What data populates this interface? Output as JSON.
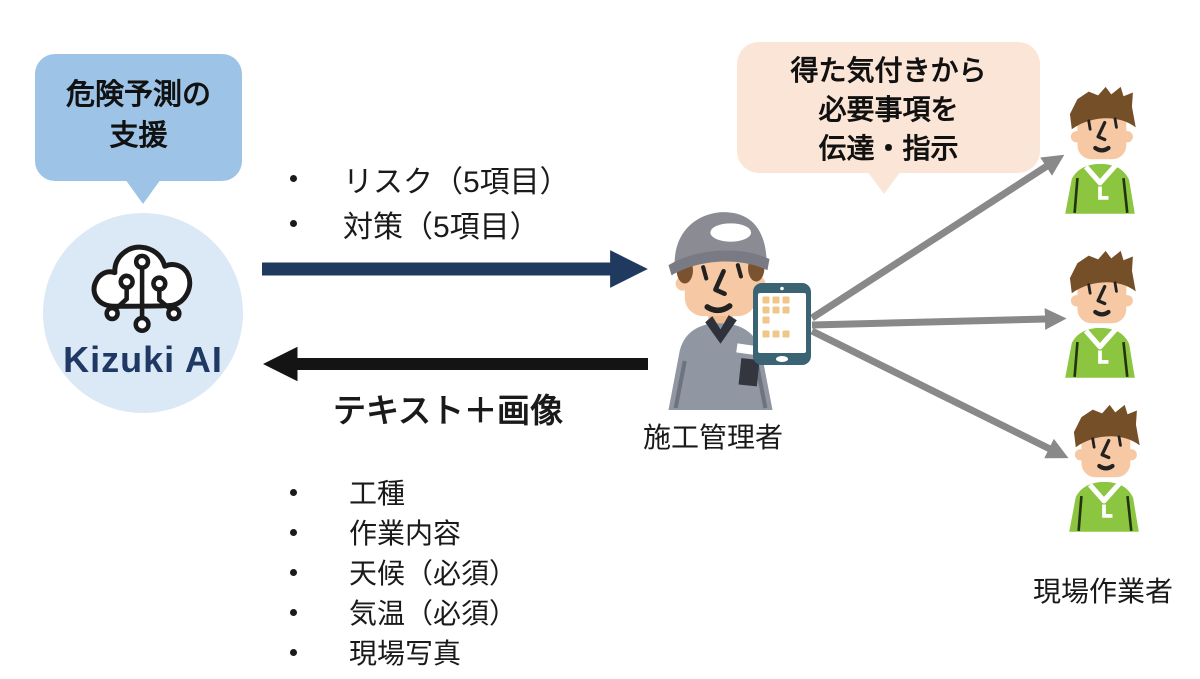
{
  "ai": {
    "bubble": {
      "line1": "危険予測の",
      "line2": "支援"
    },
    "name": "Kizuki AI",
    "icon": "cloud-network-icon"
  },
  "ai_to_manager": {
    "items": [
      "リスク（5項目）",
      "対策（5項目）"
    ]
  },
  "manager_to_ai": {
    "label": "テキスト＋画像",
    "items": [
      "工種",
      "作業内容",
      "天候（必須）",
      "気温（必須）",
      "現場写真"
    ]
  },
  "manager": {
    "label": "施工管理者",
    "bubble": {
      "line1": "得た気付きから",
      "line2": "必要事項を",
      "line3": "伝達・指示"
    },
    "device": "smartphone-icon"
  },
  "workers": {
    "label": "現場作業者",
    "count": 3
  },
  "colors": {
    "bubble_blue": "#9DC3E6",
    "ai_circle": "#DBE8F6",
    "navy_text": "#1F3864",
    "navy_arrow": "#1F3A5E",
    "black_arrow": "#141414",
    "gray_arrow": "#898989",
    "bubble_peach": "#FBE5D6",
    "worker_green": "#8CC540",
    "phone_teal": "#3A6374"
  }
}
